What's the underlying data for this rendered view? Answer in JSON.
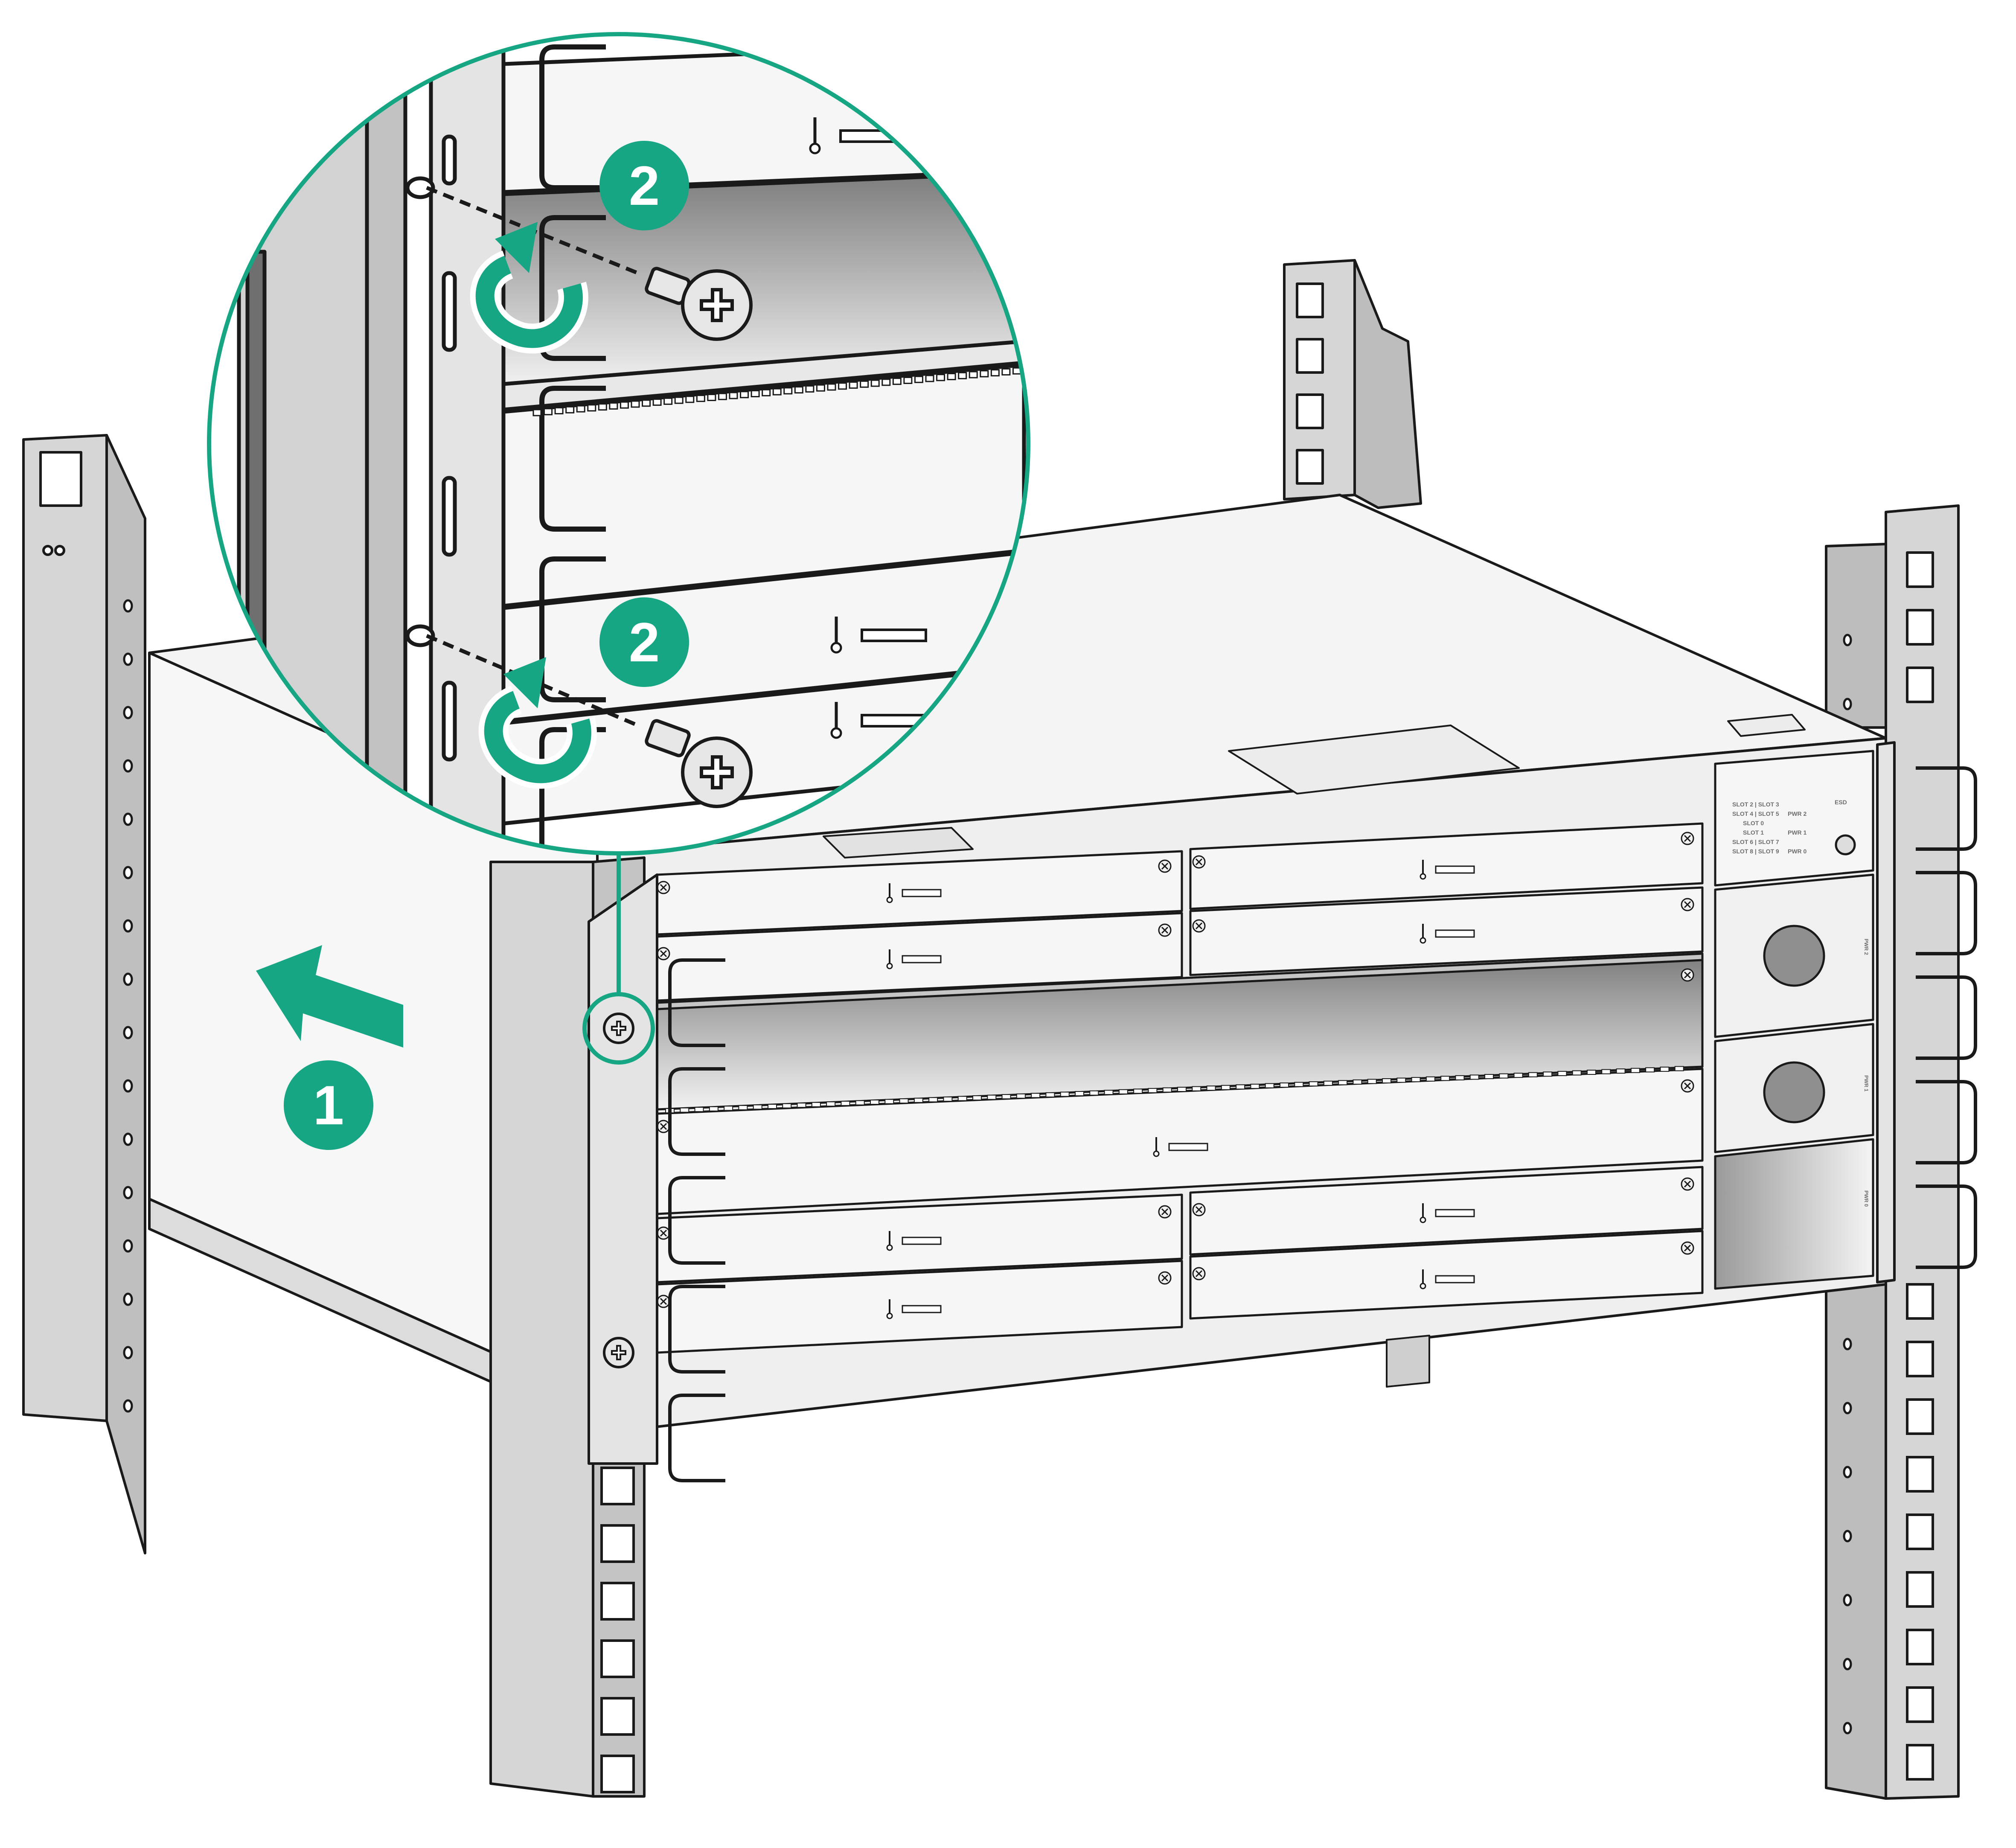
{
  "colors": {
    "accent": "#17a683",
    "outline": "#1a1a1a",
    "metal": "#d9d9d9",
    "metal_dark": "#bdbdbd",
    "chassis": "#f3f3f3",
    "slot_dark": "#8c8c8c"
  },
  "steps": [
    {
      "number": "1"
    },
    {
      "number": "2"
    },
    {
      "number": "2"
    }
  ],
  "chassis_labels": {
    "slot_row1": "SLOT 2 | SLOT 3",
    "slot_row2": "SLOT 4 | SLOT 5",
    "slot_row3": "SLOT 0",
    "slot_row4": "SLOT 1",
    "slot_row5": "SLOT 6 | SLOT 7",
    "slot_row6": "SLOT 8 | SLOT 9",
    "pwr2": "PWR 2",
    "pwr1": "PWR 1",
    "pwr0": "PWR 0",
    "esd": "ESD",
    "side_pwr2": "PWR 2",
    "side_pwr1": "PWR 1",
    "side_pwr0": "PWR 0"
  },
  "icons": [
    "arrow-icon",
    "rotate-arrow-icon",
    "screw-icon"
  ]
}
